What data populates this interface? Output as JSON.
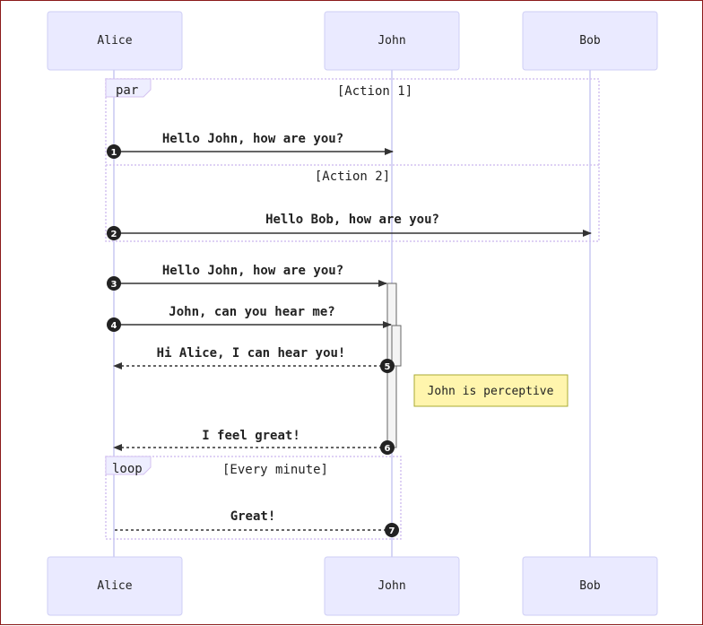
{
  "actors": [
    {
      "id": "alice",
      "label": "Alice"
    },
    {
      "id": "john",
      "label": "John"
    },
    {
      "id": "bob",
      "label": "Bob"
    }
  ],
  "frames": {
    "par": {
      "label": "par",
      "condition_1": "[Action 1]",
      "condition_2": "[Action 2]"
    },
    "loop": {
      "label": "loop",
      "condition": "[Every minute]"
    }
  },
  "messages": [
    {
      "seq": "1",
      "from": "Alice",
      "to": "John",
      "text": "Hello John, how are you?",
      "style": "solid"
    },
    {
      "seq": "2",
      "from": "Alice",
      "to": "Bob",
      "text": "Hello Bob, how are you?",
      "style": "solid"
    },
    {
      "seq": "3",
      "from": "Alice",
      "to": "John",
      "text": "Hello John, how are you?",
      "style": "solid"
    },
    {
      "seq": "4",
      "from": "Alice",
      "to": "John",
      "text": "John, can you hear me?",
      "style": "solid"
    },
    {
      "seq": "5",
      "from": "John",
      "to": "Alice",
      "text": "Hi Alice, I can hear you!",
      "style": "dashed"
    },
    {
      "seq": "6",
      "from": "John",
      "to": "Alice",
      "text": "I feel great!",
      "style": "dashed"
    },
    {
      "seq": "7",
      "from": "John",
      "to": "Alice",
      "text": "Great!",
      "style": "dashed"
    }
  ],
  "note": {
    "text": "John is perceptive",
    "over": "John"
  }
}
